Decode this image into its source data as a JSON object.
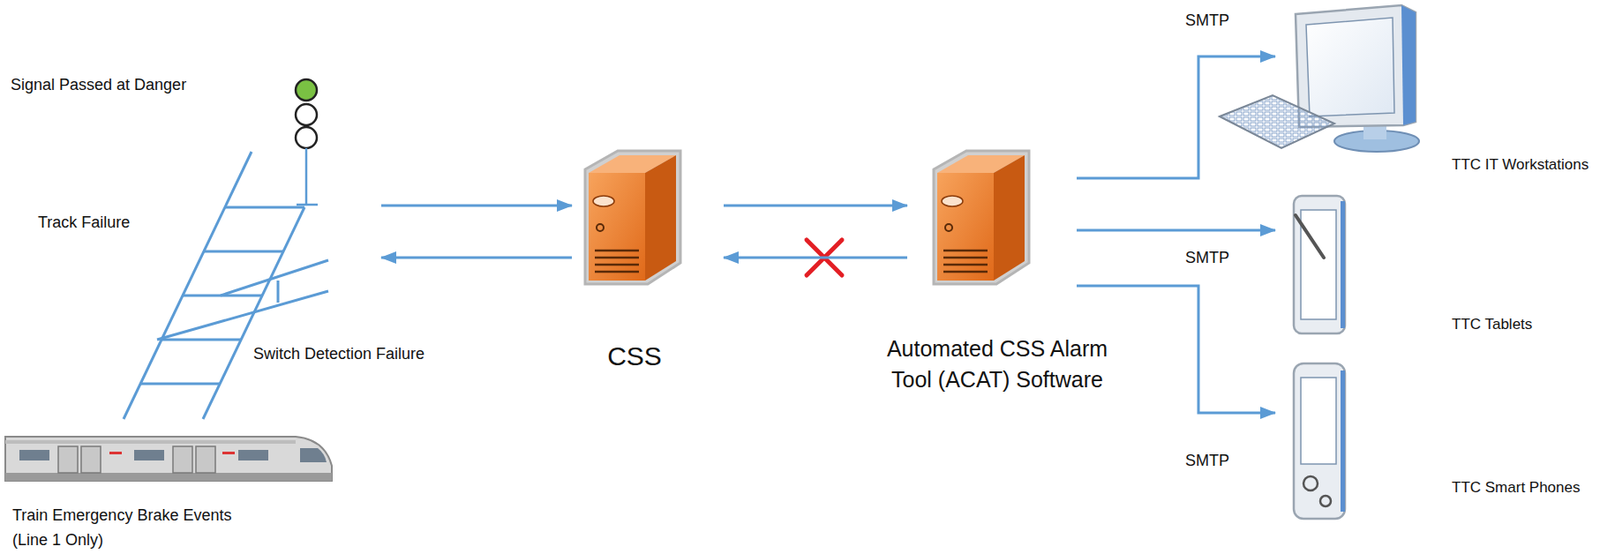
{
  "diagram": {
    "nodes": [
      {
        "text": [
          "Signal Passed at Danger",
          "Track Failure",
          "Switch Detection Failure",
          "Train Emergency Brake Events (Line 1 Only)"
        ]
      },
      {
        "text": [
          "CSS"
        ]
      },
      {
        "text": [
          "Automated CSS Alarm Tool (ACAT) Software"
        ]
      },
      {
        "text": [
          "TTC IT Workstations"
        ]
      },
      {
        "text": [
          "TTC Tablets"
        ]
      },
      {
        "text": [
          "TTC Smart Phones"
        ]
      }
    ],
    "edges": [
      {
        "from": 0,
        "to": 1,
        "arrow": "to"
      },
      {
        "from": 1,
        "to": 0,
        "arrow": "to"
      },
      {
        "from": 1,
        "to": 2,
        "arrow": "to"
      },
      {
        "from": 2,
        "to": 1,
        "arrow": "to"
      },
      {
        "from": 2,
        "to": 3,
        "label": "SMTP",
        "arrow": "to"
      },
      {
        "from": 2,
        "to": 4,
        "label": "SMTP",
        "arrow": "to"
      },
      {
        "from": 2,
        "to": 5,
        "label": "SMTP",
        "arrow": "to"
      }
    ]
  }
}
